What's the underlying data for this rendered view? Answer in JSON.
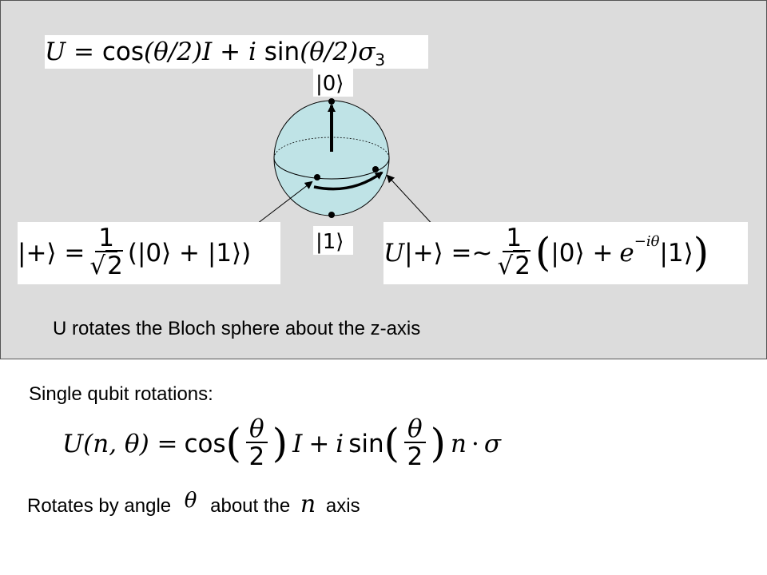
{
  "top_equation": {
    "U": "U",
    "eq": "=",
    "cos": "cos",
    "theta_half_1": "(θ/2)",
    "I": "I",
    "plus": "+",
    "i": "i",
    "sin": "sin",
    "theta_half_2": "(θ/2)",
    "sigma": "σ",
    "sub": "3"
  },
  "sphere": {
    "ket0": "|0⟩",
    "ket1": "|1⟩",
    "fill_color": "#bfe3e6"
  },
  "plus_state": {
    "lhs": "|+⟩ =",
    "num": "1",
    "den": "2",
    "rhs": "(|0⟩ + |1⟩)"
  },
  "rotated_state": {
    "U": "U",
    "lhs": "|+⟩ =∼",
    "num": "1",
    "den": "2",
    "ket0": "|0⟩ +",
    "e": "e",
    "exp": "−iθ",
    "ket1": "|1⟩"
  },
  "caption": "U rotates the Bloch sphere about the z-axis",
  "single_qubit_label": "Single qubit rotations:",
  "general_equation": {
    "U": "U",
    "args": "(n, θ) =",
    "cos": "cos",
    "theta": "θ",
    "two": "2",
    "I": "I",
    "plus": "+",
    "i": "i",
    "sin": "sin",
    "n": "n",
    "dot": "·",
    "sigma": "σ"
  },
  "rotates_text": {
    "part1": "Rotates by angle",
    "theta": "θ",
    "part2": "about the",
    "n": "n",
    "part3": "axis"
  }
}
